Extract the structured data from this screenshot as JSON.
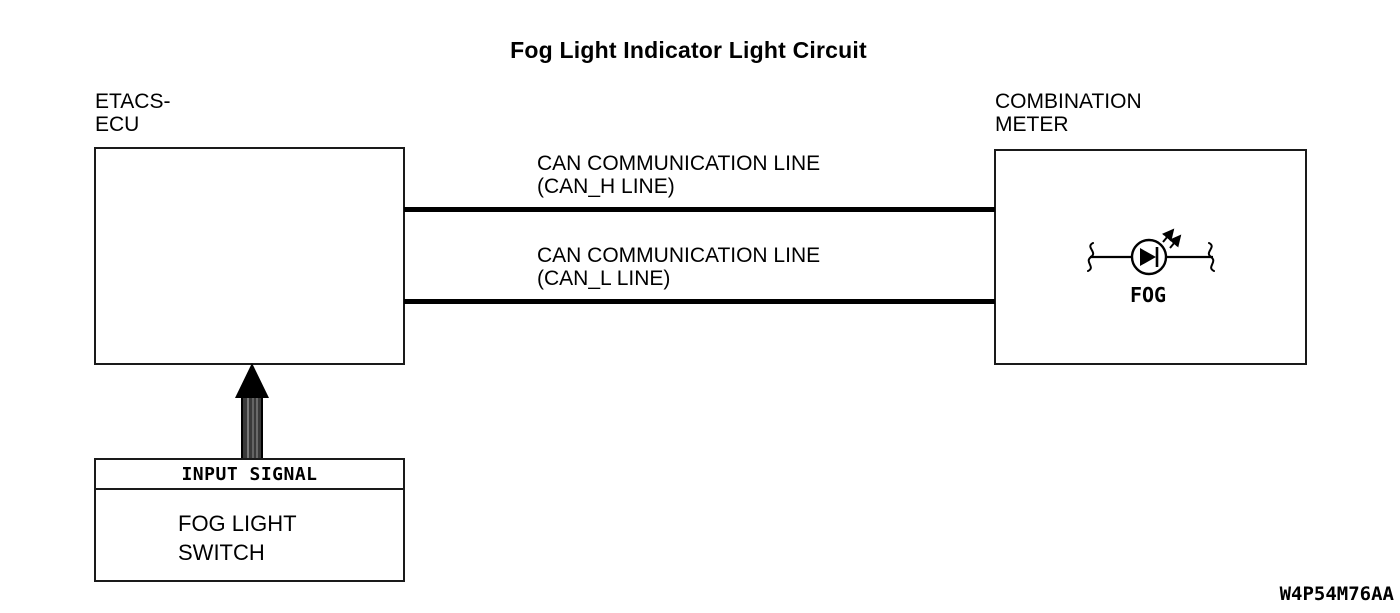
{
  "title": "Fog Light Indicator Light Circuit",
  "etacs": {
    "label": "ETACS-\nECU"
  },
  "combination_meter": {
    "label": "COMBINATION\nMETER",
    "indicator_label": "FOG",
    "indicator_symbol": "led-indicator-lamp"
  },
  "can_lines": [
    {
      "label": "CAN COMMUNICATION LINE\n(CAN_H LINE)"
    },
    {
      "label": "CAN COMMUNICATION LINE\n(CAN_L LINE)"
    }
  ],
  "input_signal_box": {
    "header": "INPUT SIGNAL",
    "label": "FOG LIGHT\nSWITCH"
  },
  "figure_code": "W4P54M76AA",
  "colors": {
    "foreground": "#000000",
    "background": "#ffffff"
  }
}
